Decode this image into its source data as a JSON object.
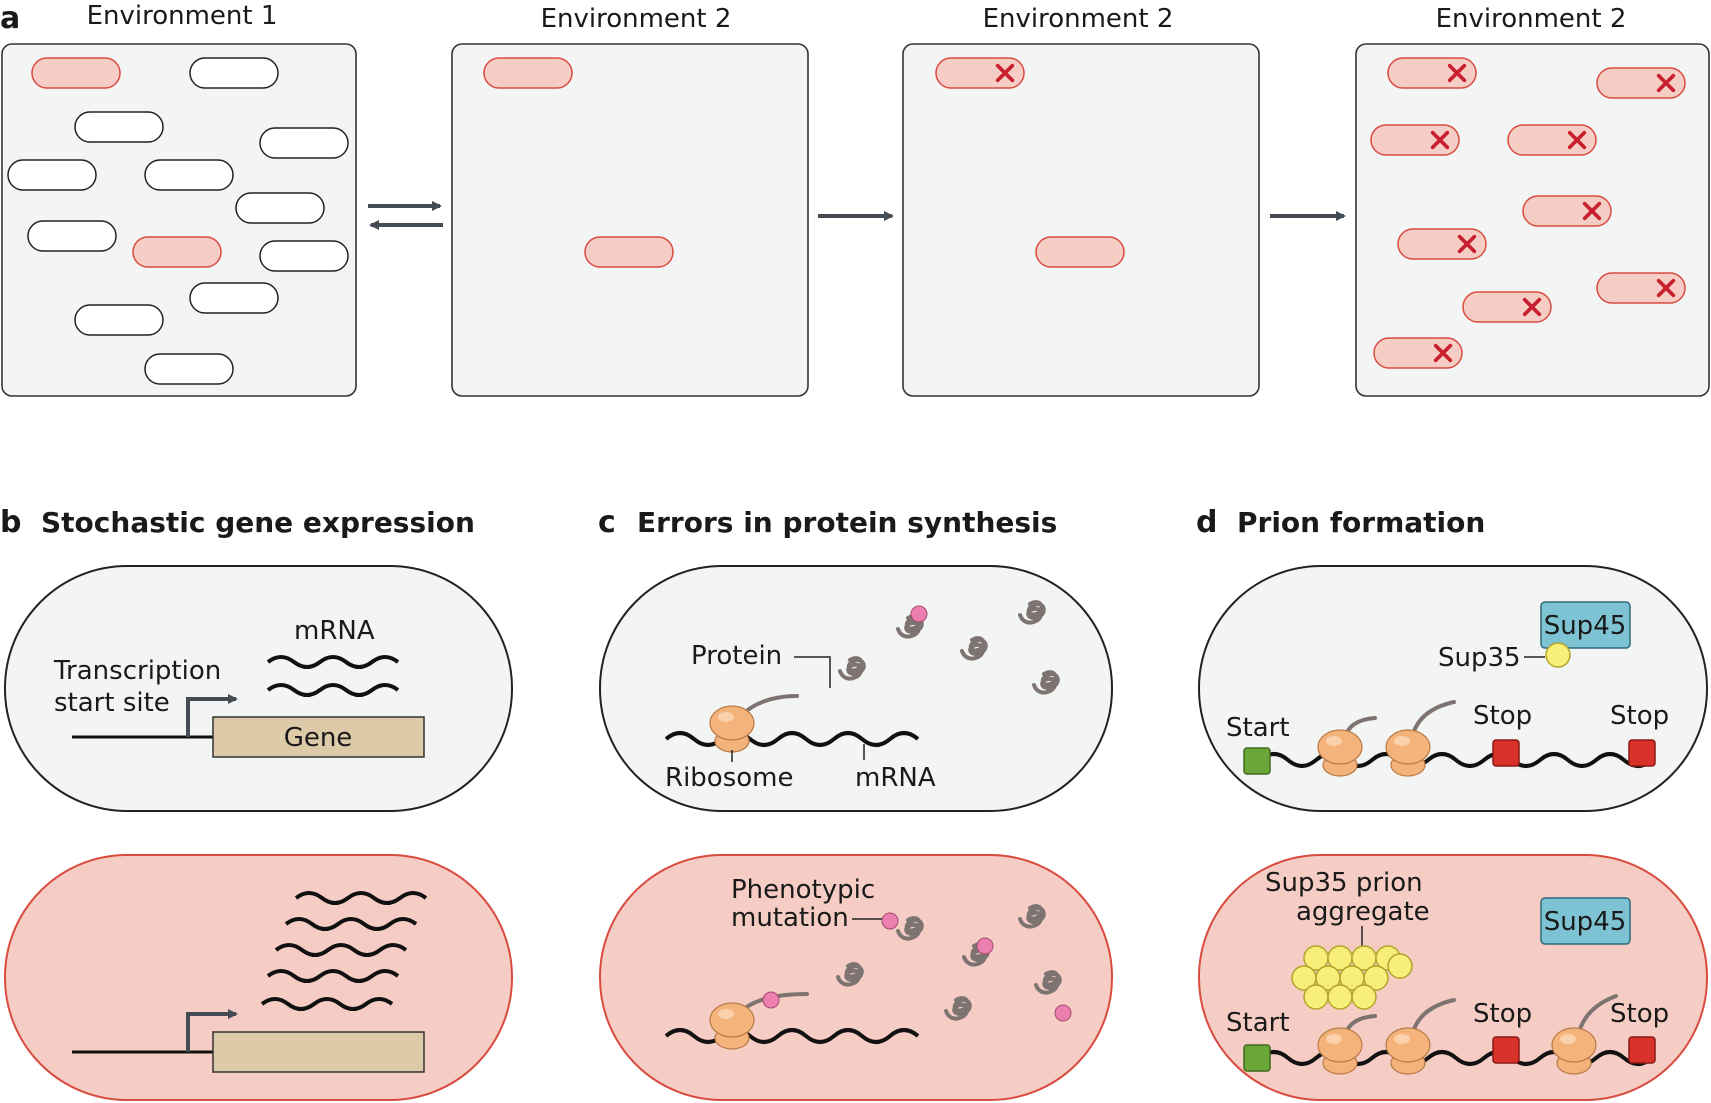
{
  "panel_a": {
    "letter": "a",
    "environments": [
      "Environment 1",
      "Environment 2",
      "Environment 2",
      "Environment 2"
    ]
  },
  "panel_b": {
    "letter": "b",
    "title": "Stochastic gene expression",
    "mrna_label": "mRNA",
    "tss_label_line1": "Transcription",
    "tss_label_line2": "start site",
    "gene_label": "Gene"
  },
  "panel_c": {
    "letter": "c",
    "title": "Errors in protein synthesis",
    "protein_label": "Protein",
    "ribosome_label": "Ribosome",
    "mrna_label": "mRNA",
    "phenotypic_line1": "Phenotypic",
    "phenotypic_line2": "mutation"
  },
  "panel_d": {
    "letter": "d",
    "title": "Prion formation",
    "sup45_label": "Sup45",
    "sup35_label": "Sup35",
    "start_label": "Start",
    "stop_label": "Stop",
    "aggregate_line1": "Sup35 prion",
    "aggregate_line2": "aggregate"
  },
  "colors": {
    "cell_fill": "#f3f4f4",
    "red_cell_fill": "#f6cdc5",
    "red_outline": "#d94b3f",
    "x_mark": "#c8202e",
    "arrow": "#444b52",
    "gene_box": "#dccaa8",
    "ribosome": "#f4b37b",
    "protein": "#7d7471",
    "mutation_dot": "#ec7fb0",
    "sup45": "#7ec3d4",
    "sup35": "#f8ee7a",
    "start_codon": "#6aa738",
    "stop_codon": "#d9322a"
  }
}
